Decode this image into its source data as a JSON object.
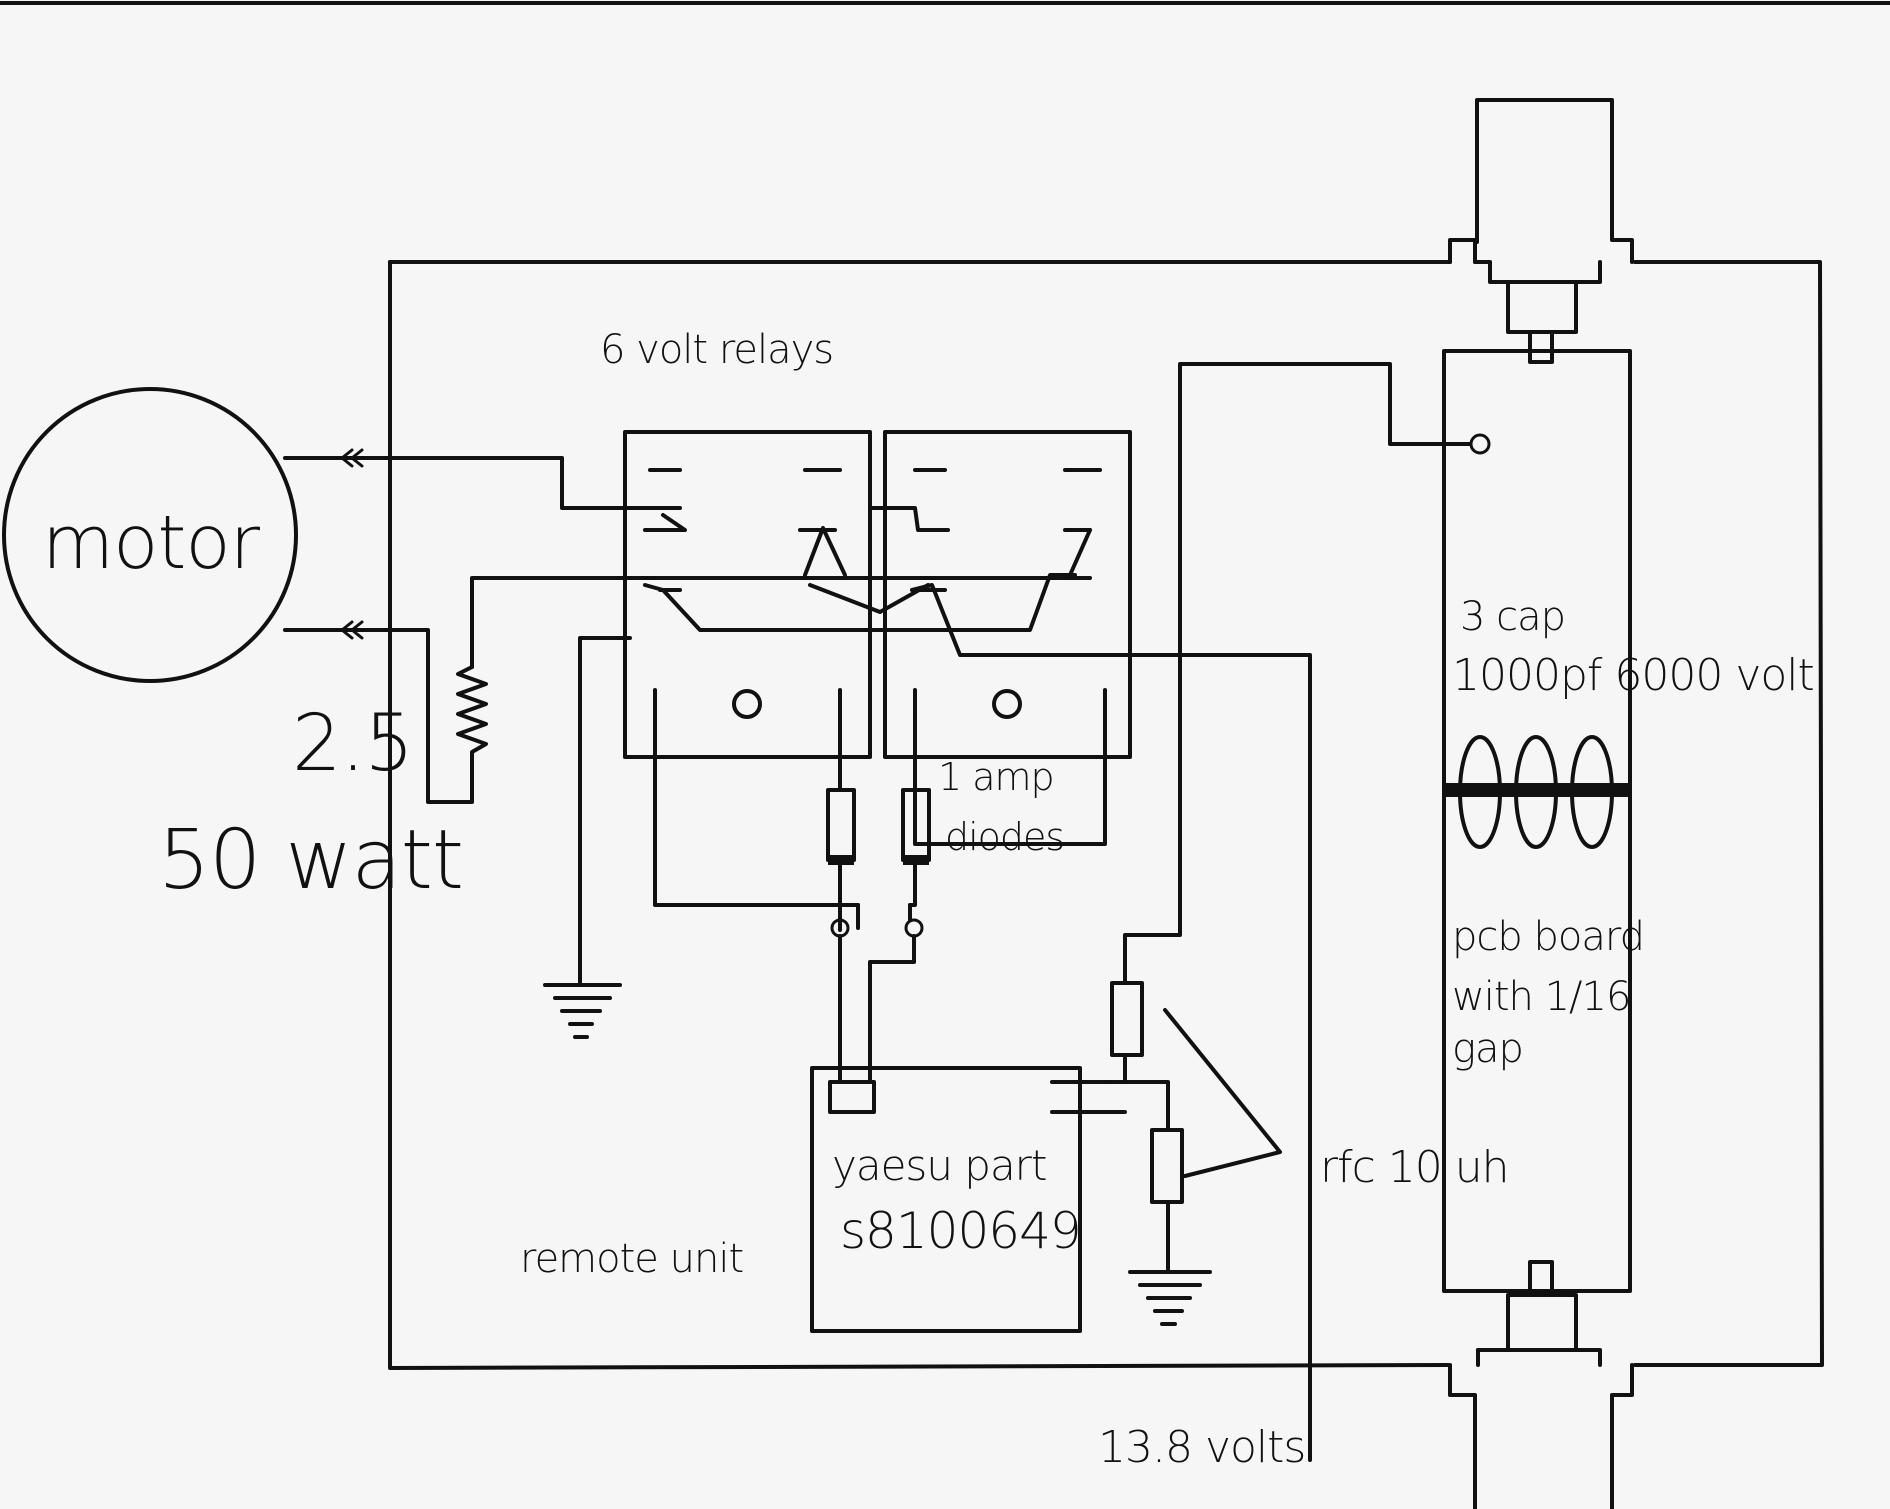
{
  "labels": {
    "relays": "6 volt relays",
    "motor": "motor",
    "resistor_ohms": "2.5",
    "resistor_watts": "50 watt",
    "diodes_line1": "1 amp",
    "diodes_line2": "diodes",
    "cap_line1": "3 cap",
    "cap_line2": "1000pf 6000 volt",
    "pcb_line1": "pcb board",
    "pcb_line2": "with 1/16",
    "pcb_line3": "gap",
    "rfc": "rfc 10 uh",
    "yaesu_line1": "yaesu part",
    "yaesu_line2": "s8100649",
    "remote_unit": "remote unit",
    "supply": "13.8 volts"
  }
}
